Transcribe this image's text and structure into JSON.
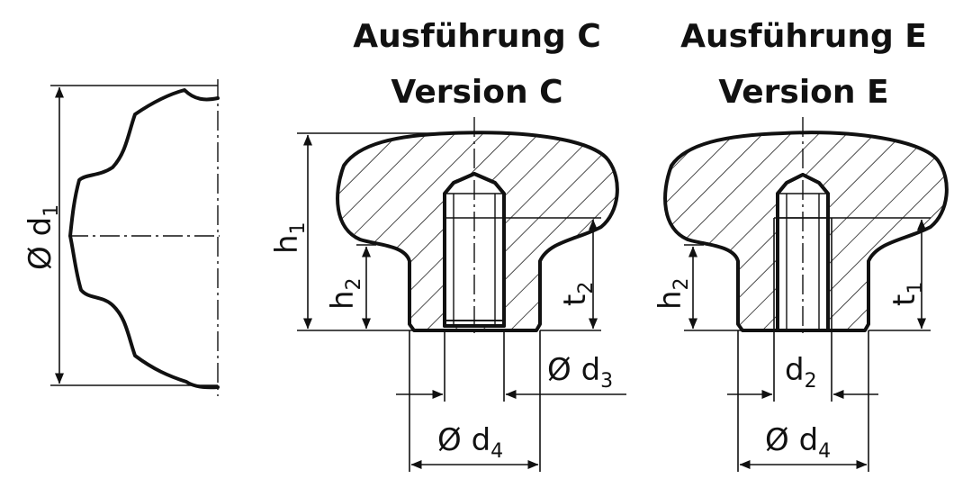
{
  "titles": {
    "variant_c": {
      "line1": "Ausführung C",
      "line2": "Version C"
    },
    "variant_e": {
      "line1": "Ausführung E",
      "line2": "Version E"
    }
  },
  "dimensions": {
    "top_view_d1": {
      "symbol": "Ø d",
      "sub": "1"
    },
    "c_h1": {
      "symbol": "h",
      "sub": "1"
    },
    "c_h2": {
      "symbol": "h",
      "sub": "2"
    },
    "c_t2": {
      "symbol": "t",
      "sub": "2"
    },
    "c_d3": {
      "symbol": "Ø d",
      "sub": "3"
    },
    "c_d4": {
      "symbol": "Ø d",
      "sub": "4"
    },
    "e_h2": {
      "symbol": "h",
      "sub": "2"
    },
    "e_t1": {
      "symbol": "t",
      "sub": "1"
    },
    "e_d2": {
      "symbol": "d",
      "sub": "2"
    },
    "e_d4": {
      "symbol": "Ø d",
      "sub": "4"
    }
  }
}
